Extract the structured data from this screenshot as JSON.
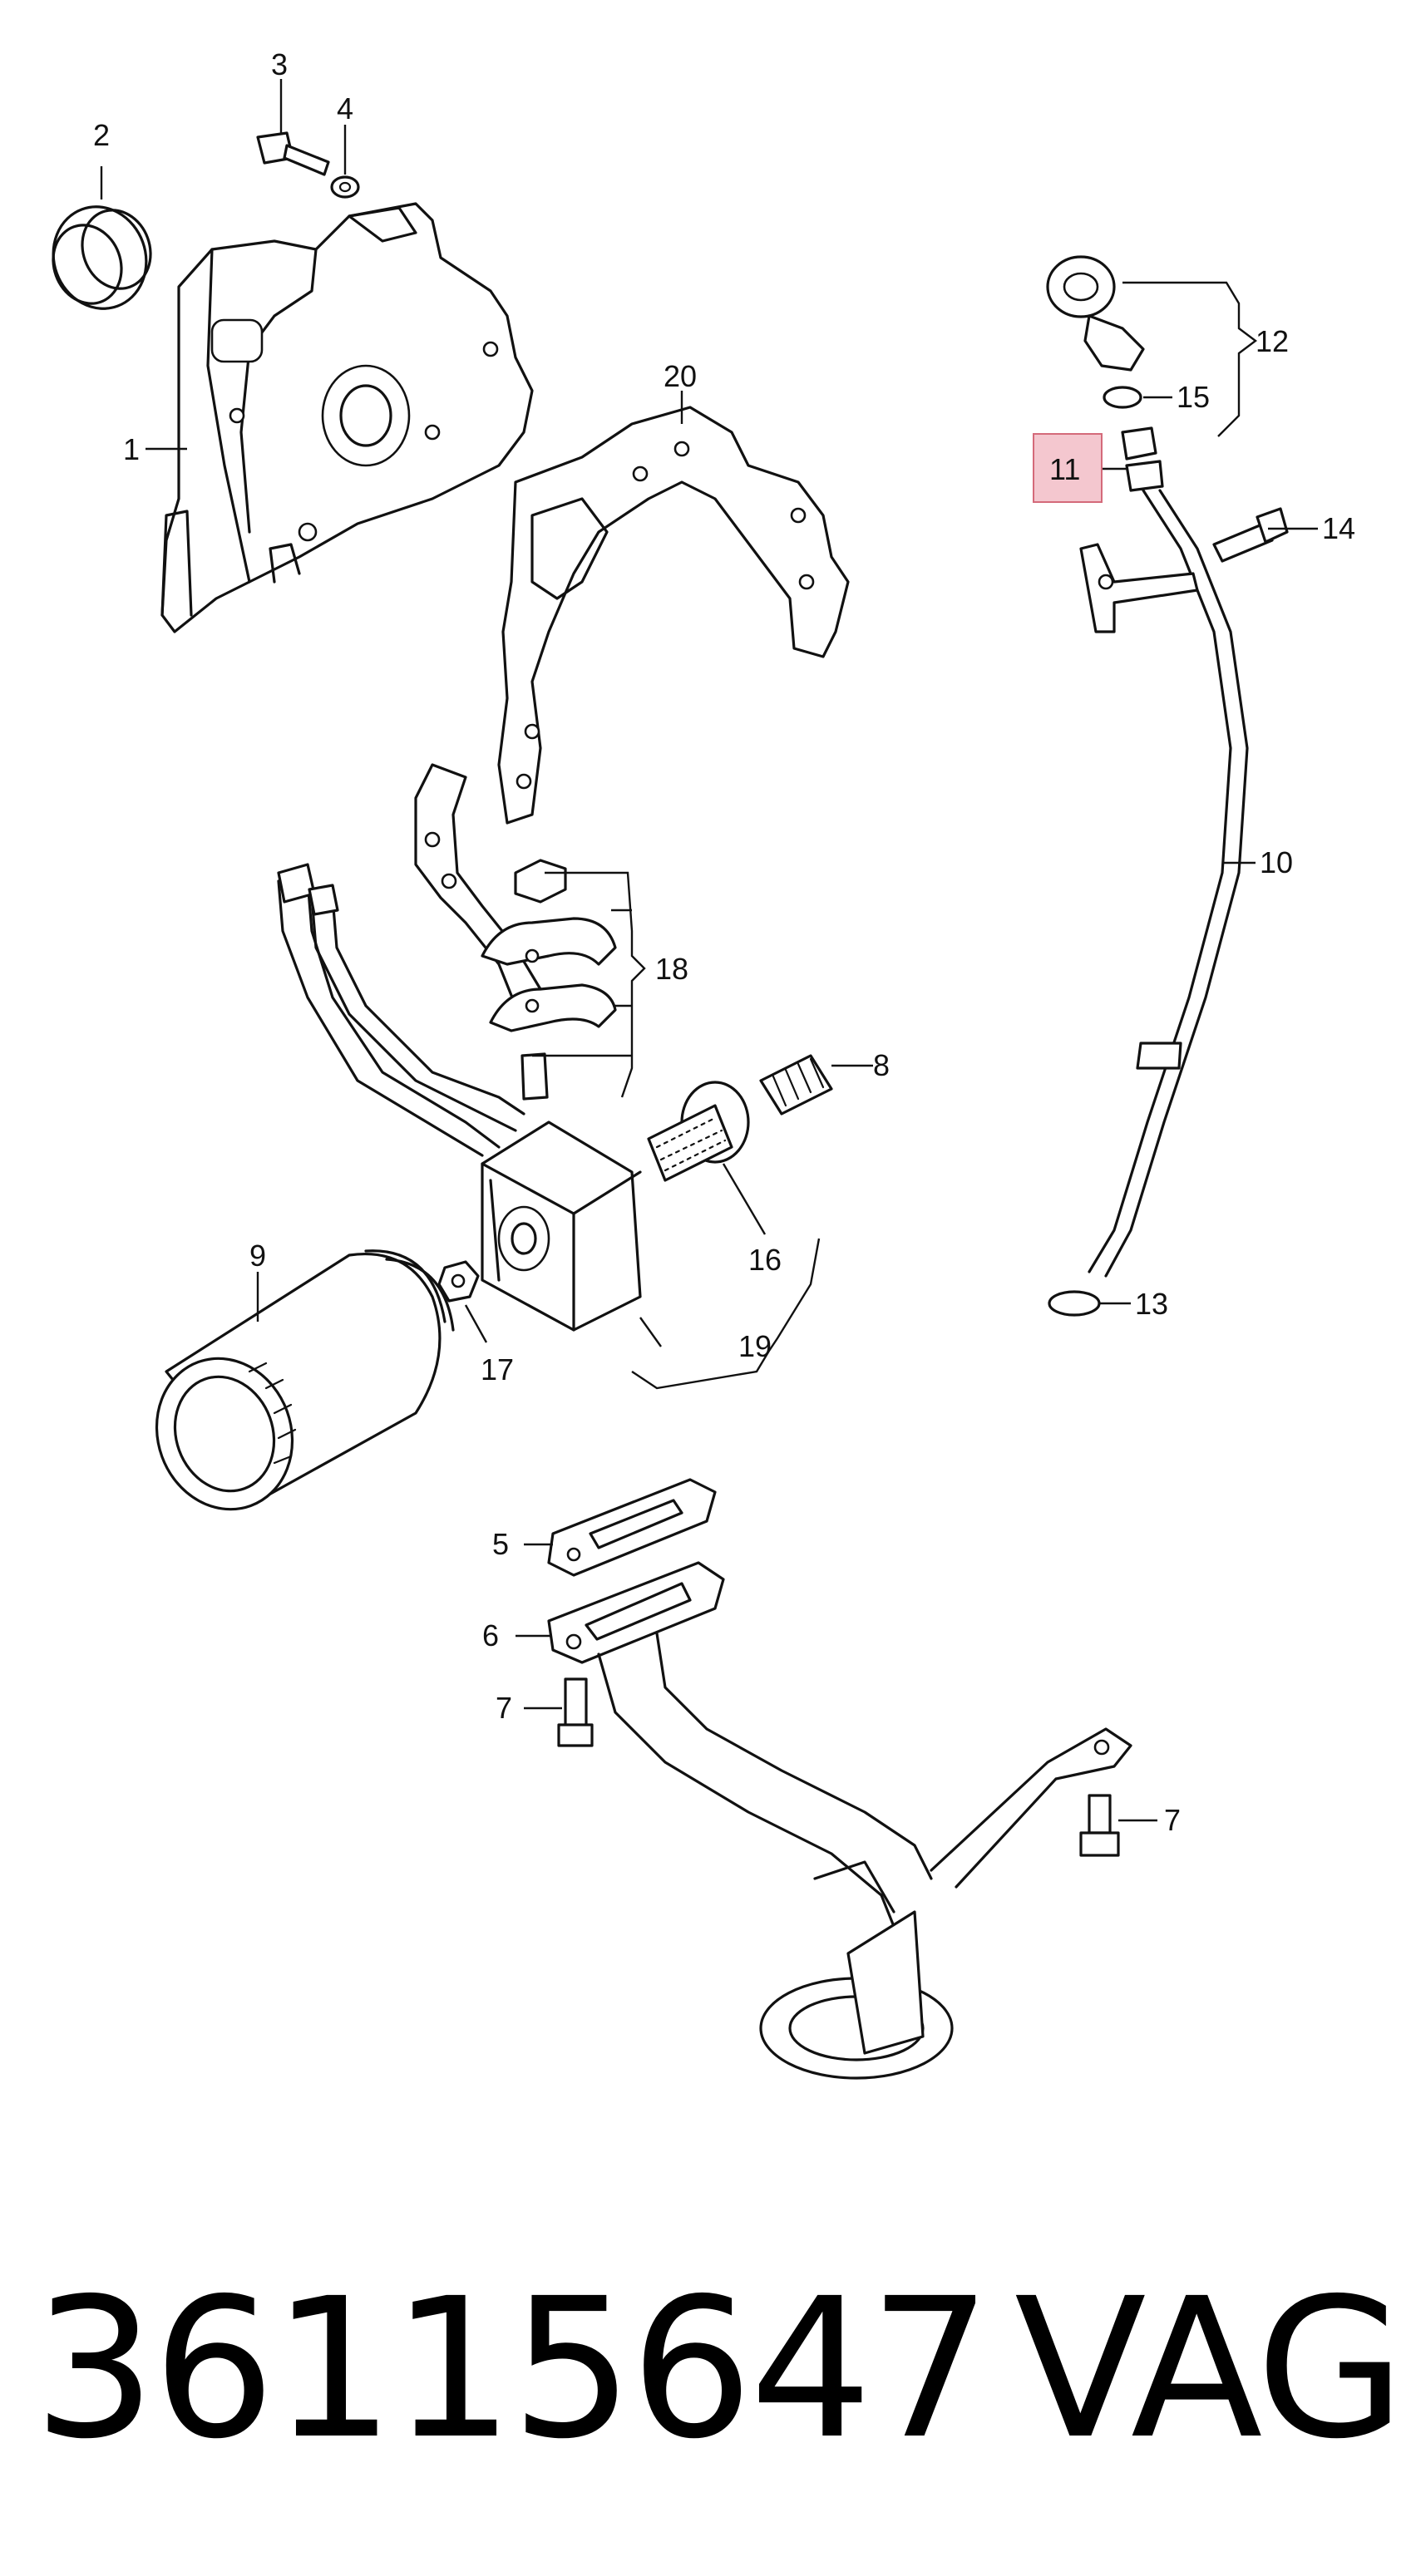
{
  "diagram": {
    "callouts": {
      "c1": "1",
      "c2": "2",
      "c3": "3",
      "c4": "4",
      "c5": "5",
      "c6": "6",
      "c7a": "7",
      "c7b": "7",
      "c8": "8",
      "c9": "9",
      "c10": "10",
      "c11": "11",
      "c12": "12",
      "c13": "13",
      "c14": "14",
      "c15": "15",
      "c16": "16",
      "c17": "17",
      "c18": "18",
      "c19": "19",
      "c20": "20"
    },
    "highlight_color": "#f4c7cf"
  },
  "footer": {
    "part_number": "36115647",
    "brand": "VAG"
  }
}
